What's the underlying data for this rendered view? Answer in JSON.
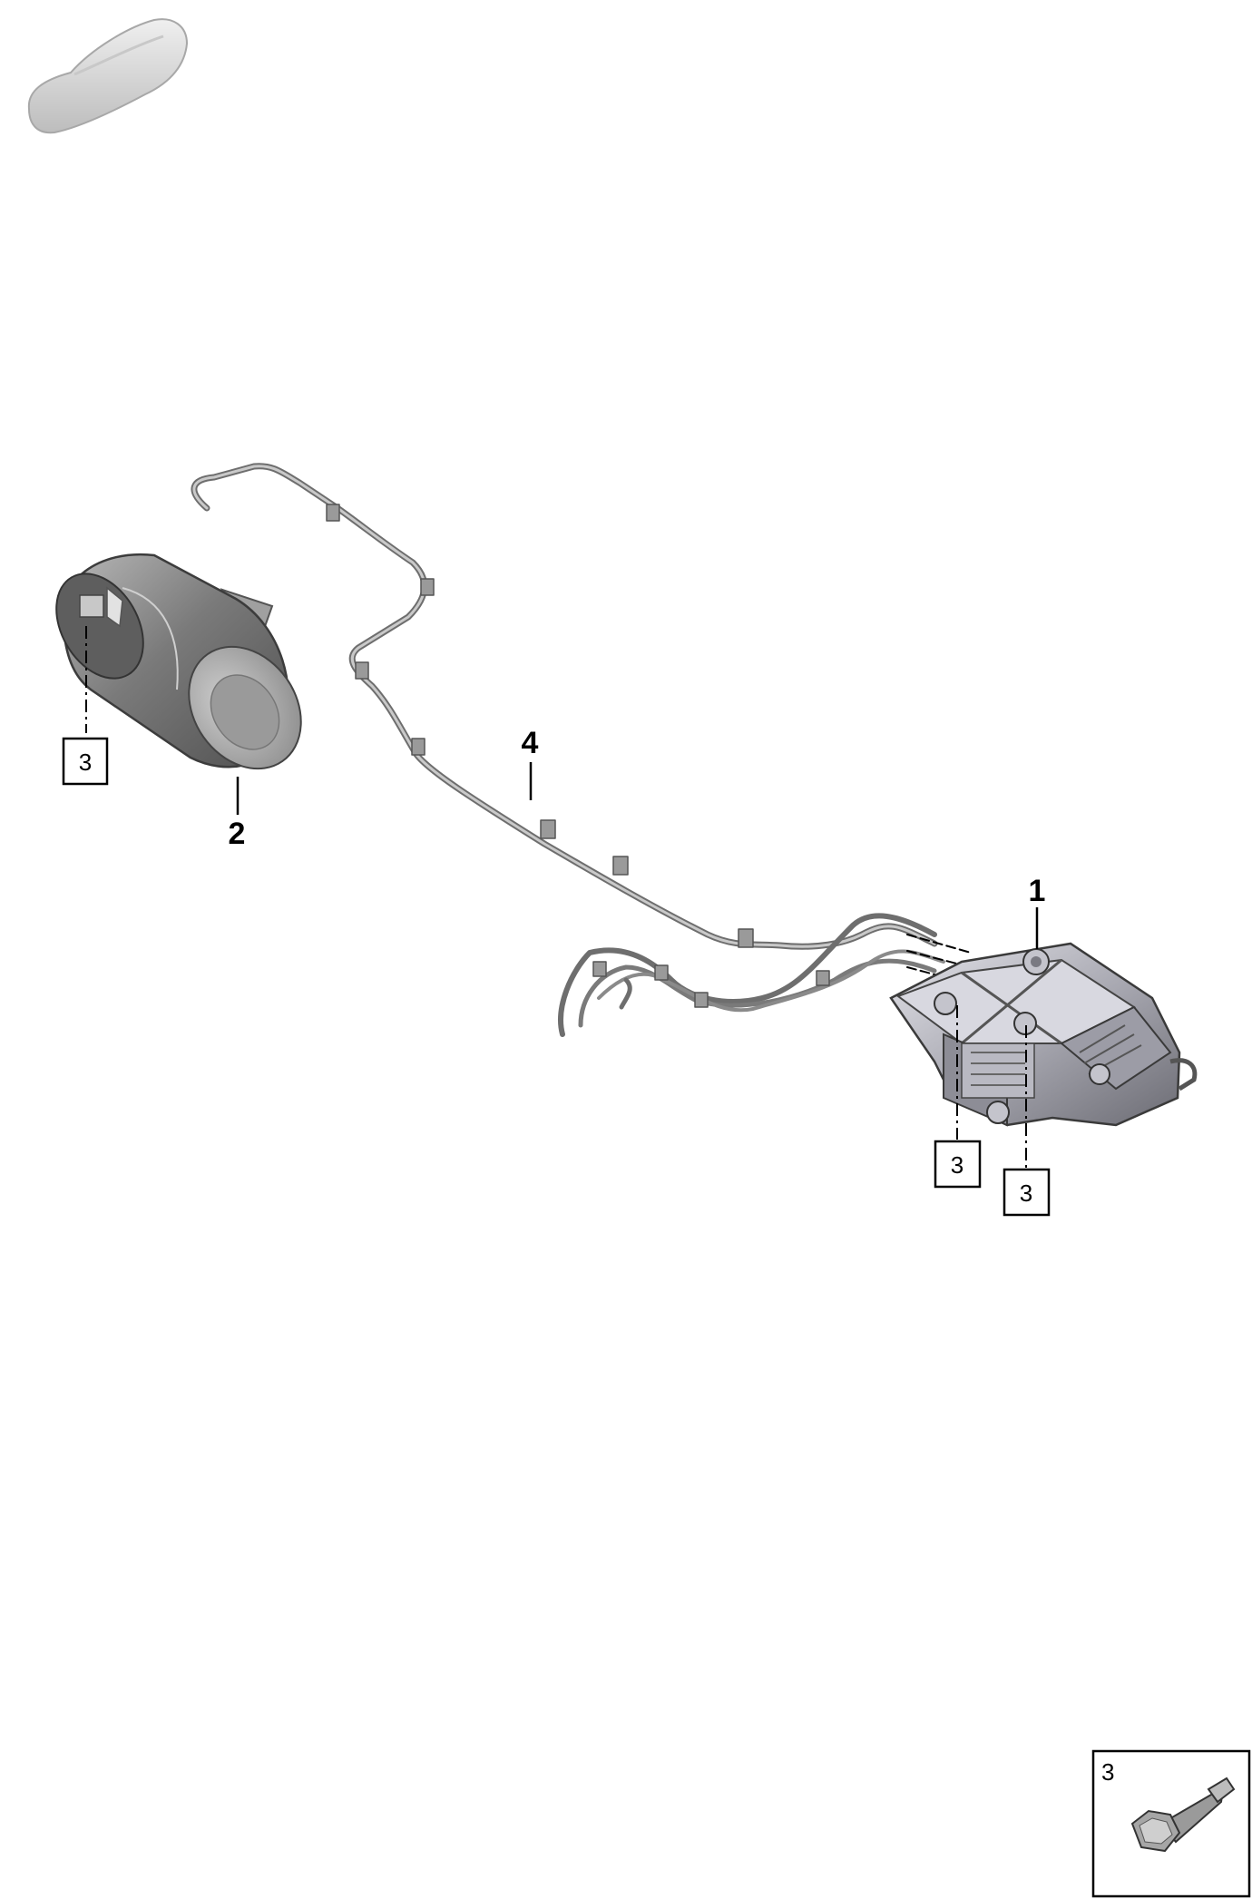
{
  "diagram": {
    "callouts": [
      {
        "id": "part-1",
        "label": "1"
      },
      {
        "id": "part-2",
        "label": "2"
      },
      {
        "id": "part-4",
        "label": "4"
      }
    ],
    "ref_boxes": [
      {
        "id": "ref-tank",
        "label": "3"
      },
      {
        "id": "ref-unit-a",
        "label": "3"
      },
      {
        "id": "ref-unit-b",
        "label": "3"
      }
    ],
    "inset": {
      "label": "3",
      "part_icon": "hex-bolt-icon"
    },
    "thumbnail_icon": "car-silhouette-icon",
    "colors": {
      "line": "#000000",
      "part_gray": "#8a8a8a",
      "part_light": "#d9d9d9"
    }
  }
}
